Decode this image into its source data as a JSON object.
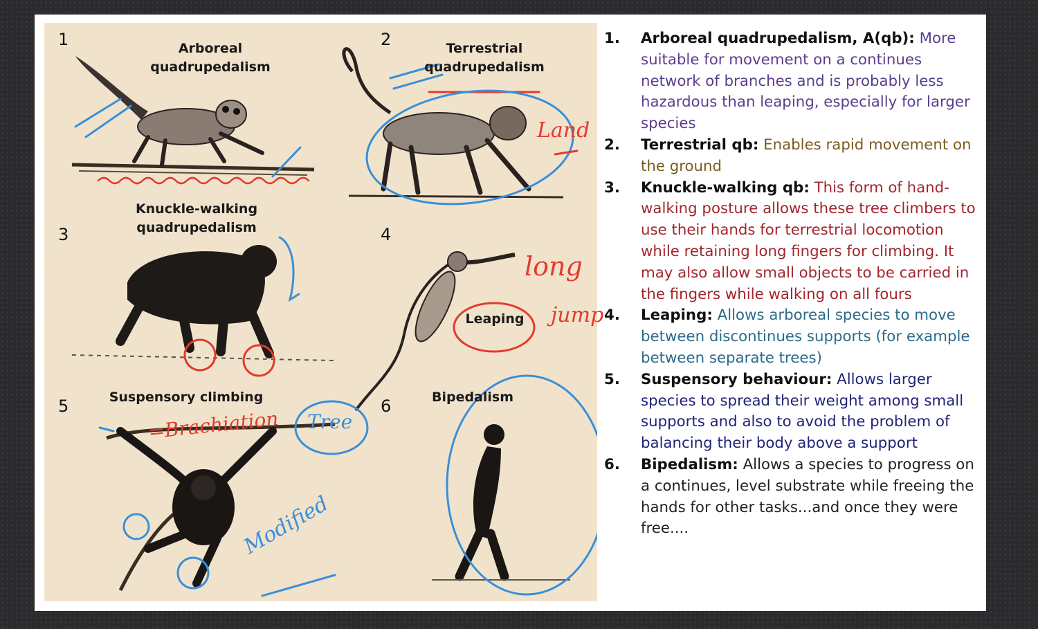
{
  "figure": {
    "panels": [
      {
        "number": "1",
        "label_line1": "Arboreal",
        "label_line2": "quadrupedalism"
      },
      {
        "number": "2",
        "label_line1": "Terrestrial",
        "label_line2": "quadrupedalism"
      },
      {
        "number": "3",
        "label_line1": "Knuckle-walking",
        "label_line2": "quadrupedalism"
      },
      {
        "number": "4",
        "label_line1": "Leaping",
        "label_line2": ""
      },
      {
        "number": "5",
        "label_line1": "Suspensory climbing",
        "label_line2": ""
      },
      {
        "number": "6",
        "label_line1": "Bipedalism",
        "label_line2": ""
      }
    ],
    "annotations": {
      "land": "Land",
      "long": "long",
      "jump": "jump",
      "brachiation": "=Brachiation",
      "tree": "Tree",
      "modified": "Modified"
    }
  },
  "notes": [
    {
      "number": "1.",
      "heading": "Arboreal quadrupedalism, A(qb):",
      "body": "More suitable for movement on a continues network of branches and is probably less hazardous than leaping, especially for larger species",
      "color": "#5b3d8f"
    },
    {
      "number": "2.",
      "heading": "Terrestrial qb:",
      "body": "Enables rapid movement on the ground",
      "color": "#7a5c1e"
    },
    {
      "number": "3.",
      "heading": "Knuckle-walking qb:",
      "body": "This form of hand-walking posture allows these tree climbers to use their hands for terrestrial locomotion while retaining long fingers for climbing. It may also allow small objects to be carried in the fingers while walking on all fours",
      "color": "#a2262c"
    },
    {
      "number": "4.",
      "heading": "Leaping:",
      "body": "Allows arboreal species to move between discontinues supports (for example between separate trees)",
      "color": "#2a6a8a"
    },
    {
      "number": "5.",
      "heading": "Suspensory behaviour:",
      "body": "Allows larger species to spread their weight among small supports and also to avoid the problem of balancing their body above a support",
      "color": "#22237a"
    },
    {
      "number": "6.",
      "heading": "Bipedalism:",
      "body": "Allows a species to progress on a continues, level substrate while freeing the hands for other tasks...and once they were free....",
      "color": "#222222"
    }
  ]
}
